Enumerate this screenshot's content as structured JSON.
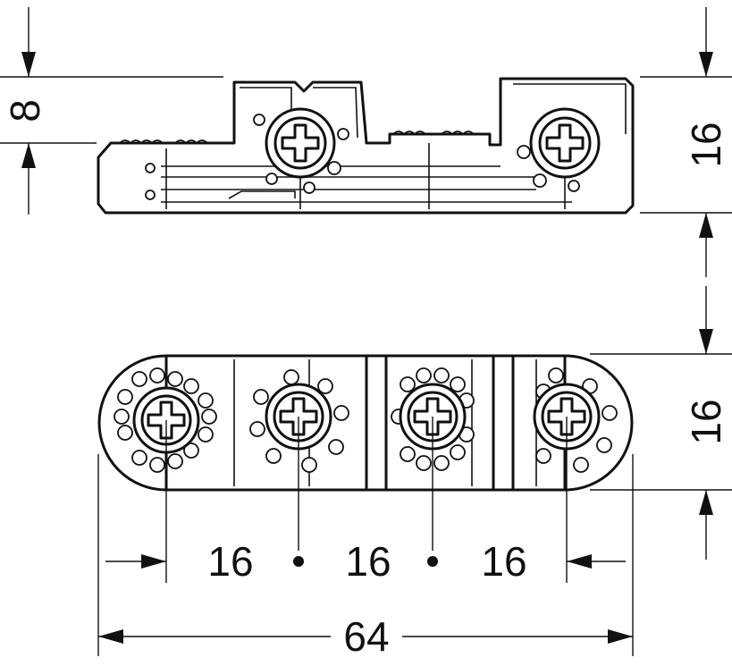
{
  "dimensions": {
    "height_top_offset": "8",
    "height_top_part": "16",
    "height_bottom_part": "16",
    "pitch_1": "16",
    "pitch_2": "16",
    "pitch_3": "16",
    "overall_length": "64"
  }
}
